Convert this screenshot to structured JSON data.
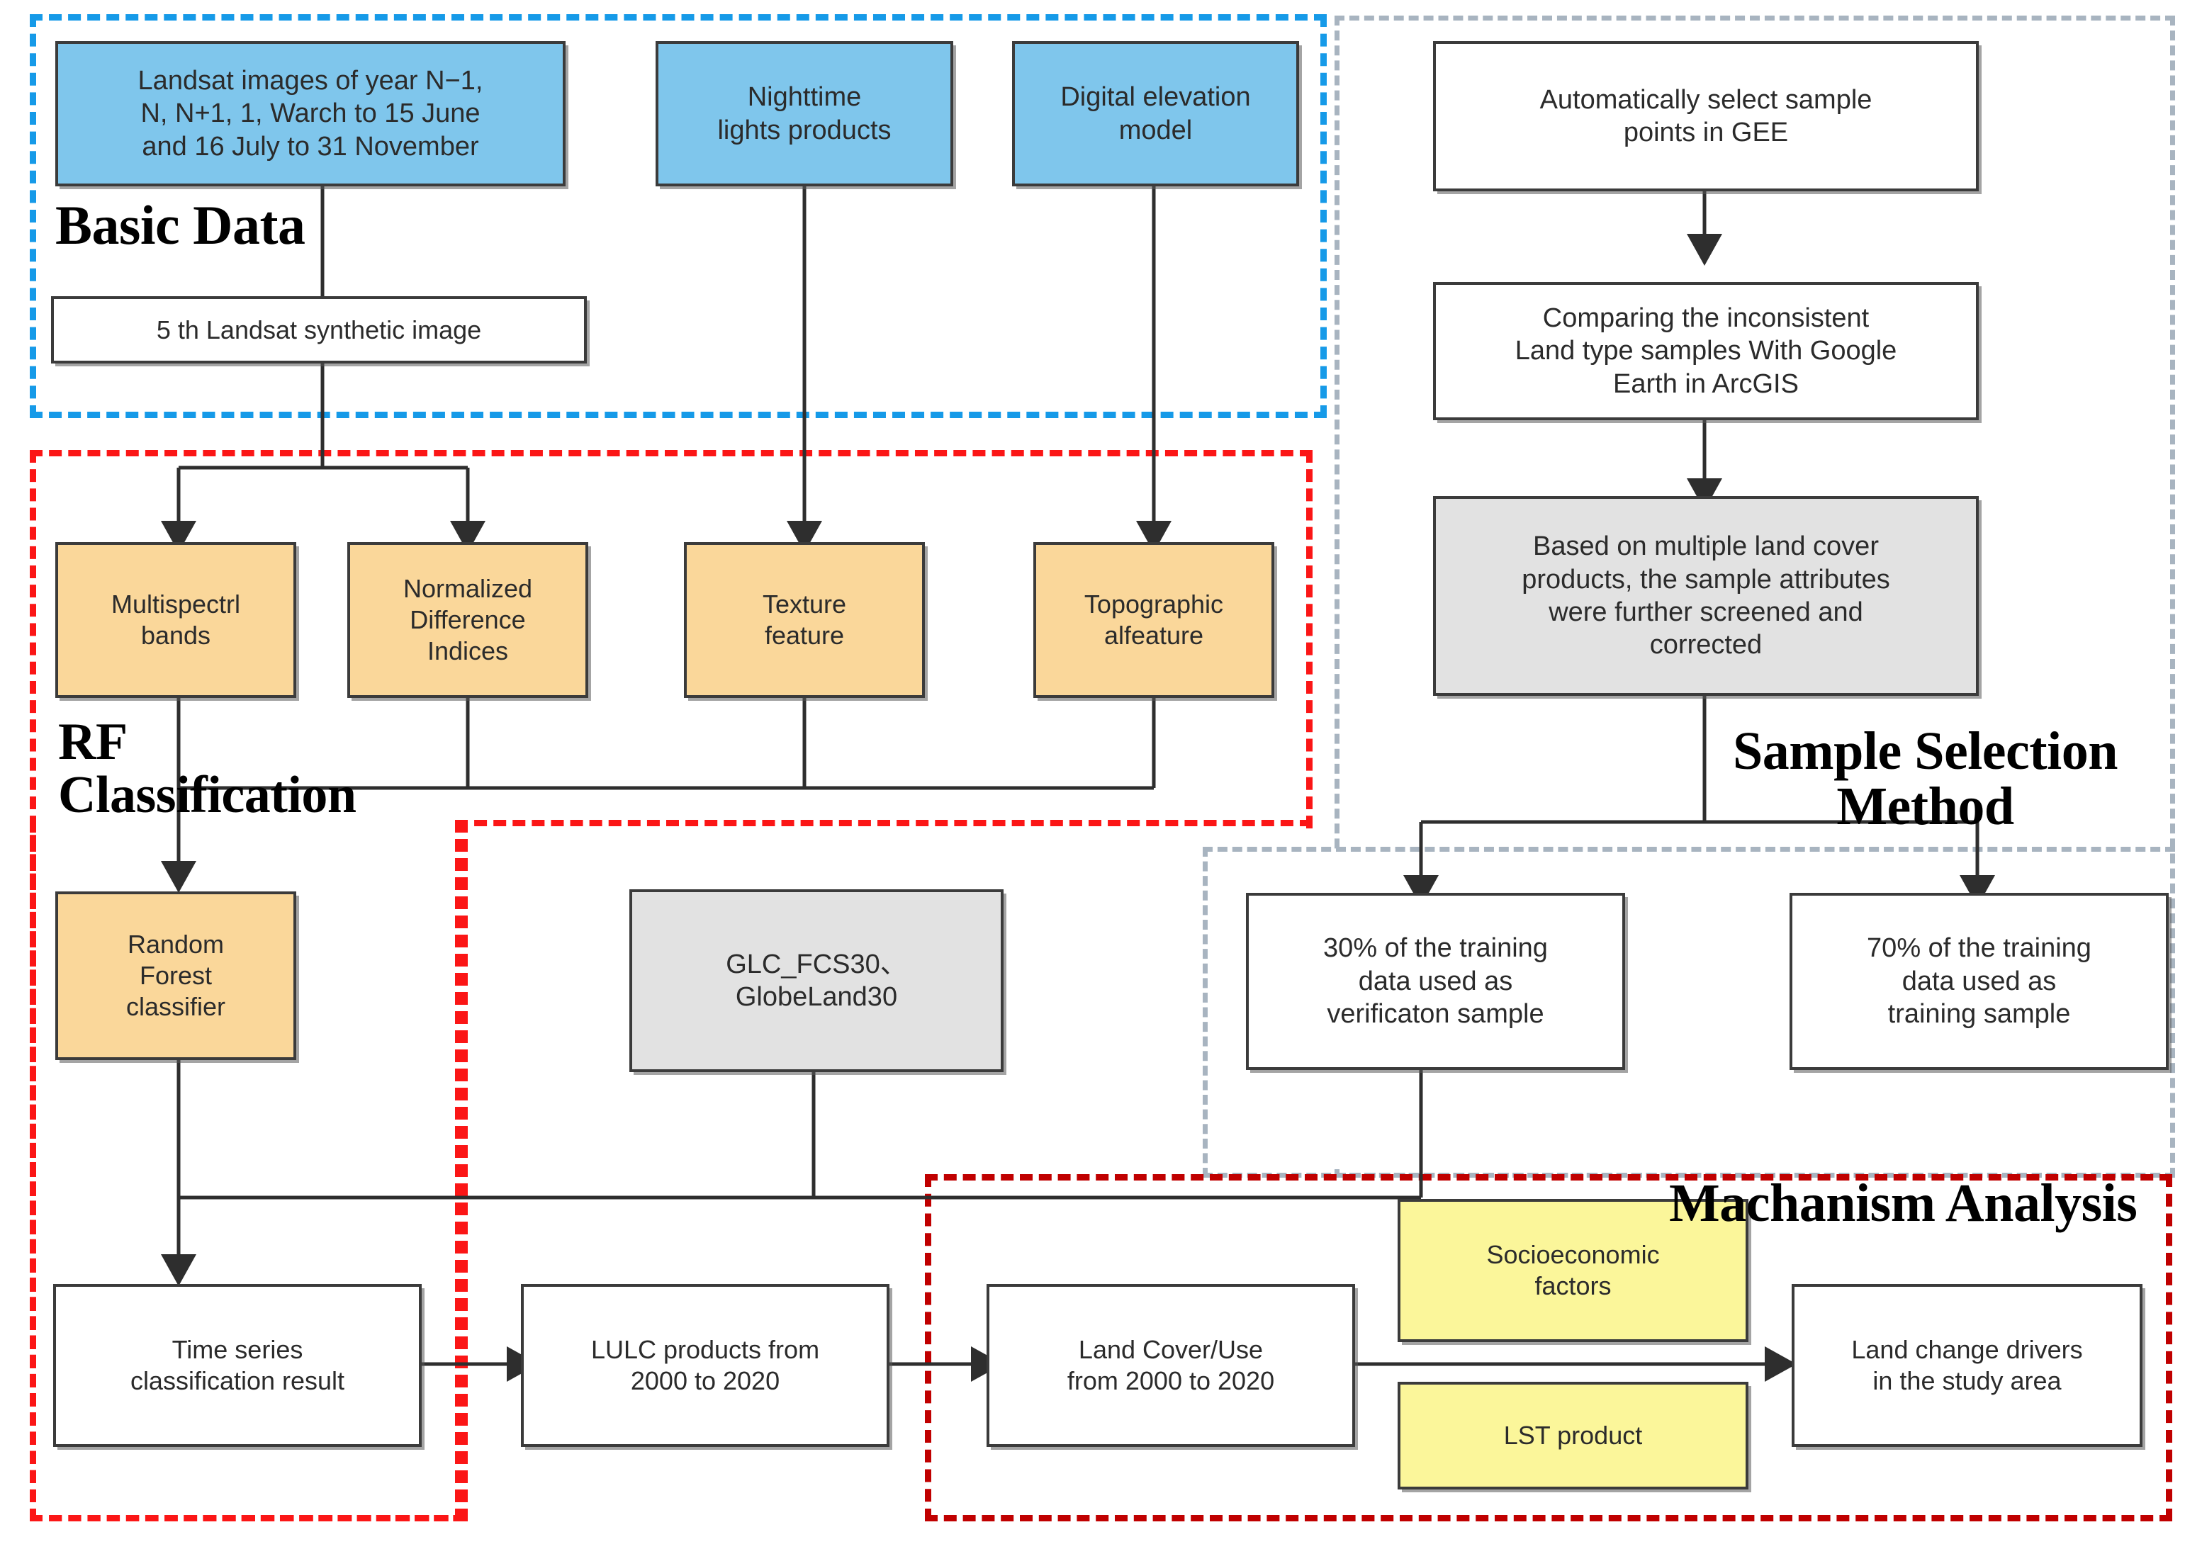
{
  "groups": {
    "basic_data": {
      "label": "Basic Data",
      "color": "#169ae8"
    },
    "rf_classification": {
      "label": "RF\nClassification",
      "color": "#fb1616"
    },
    "sample_selection": {
      "label": "Sample Selection\nMethod",
      "color": "#a8b4c0"
    },
    "machanism_analysis": {
      "label": "Machanism Analysis",
      "color": "#c00000"
    }
  },
  "nodes": {
    "landsat_images": "Landsat images of year N−1,\nN, N+1, 1, Warch to 15 June\nand 16 July to 31 November",
    "nighttime_lights": "Nighttime\nlights products",
    "dem": "Digital elevation\nmodel",
    "synthetic_image": "5 th Landsat synthetic image",
    "multispectral_bands": "Multispectrl\nbands",
    "ndi": "Normalized\nDifference\nIndices",
    "texture_feature": "Texture\nfeature",
    "topographic_feature": "Topographic\nalfeature",
    "rf_classifier": "Random\nForest\nclassifier",
    "lc_products": "GLC_FCS30、\nGlobeLand30",
    "time_series_result": "Time series\nclassification result",
    "lulc_products": "LULC products from\n2000 to 2020",
    "land_cover_use": "Land Cover/Use\nfrom 2000 to 2020",
    "socioeconomic_factors": "Socioeconomic\nfactors",
    "lst_product": "LST product",
    "land_change_drivers": "Land change drivers\nin the study area",
    "auto_select_samples": "Automatically select sample\npoints in GEE",
    "compare_samples": "Comparing the inconsistent\nLand type samples With Google\nEarth in ArcGIS",
    "screen_correct": "Based on multiple land cover\nproducts, the sample attributes\nwere further screened and\ncorrected",
    "verification_sample": "30% of the training\ndata used as\nverificaton sample",
    "training_sample": "70% of the training\ndata used as\ntraining sample"
  },
  "colors": {
    "node_blue": "#7fc6ec",
    "node_orange": "#fad79a",
    "node_gray": "#e2e2e2",
    "node_yellow": "#fbf69a",
    "node_white": "#ffffff",
    "node_border": "#3b3b3b",
    "group_blue": "#169ae8",
    "group_red": "#fb1616",
    "group_red_dark": "#c00000",
    "group_gray": "#a8b4c0"
  }
}
